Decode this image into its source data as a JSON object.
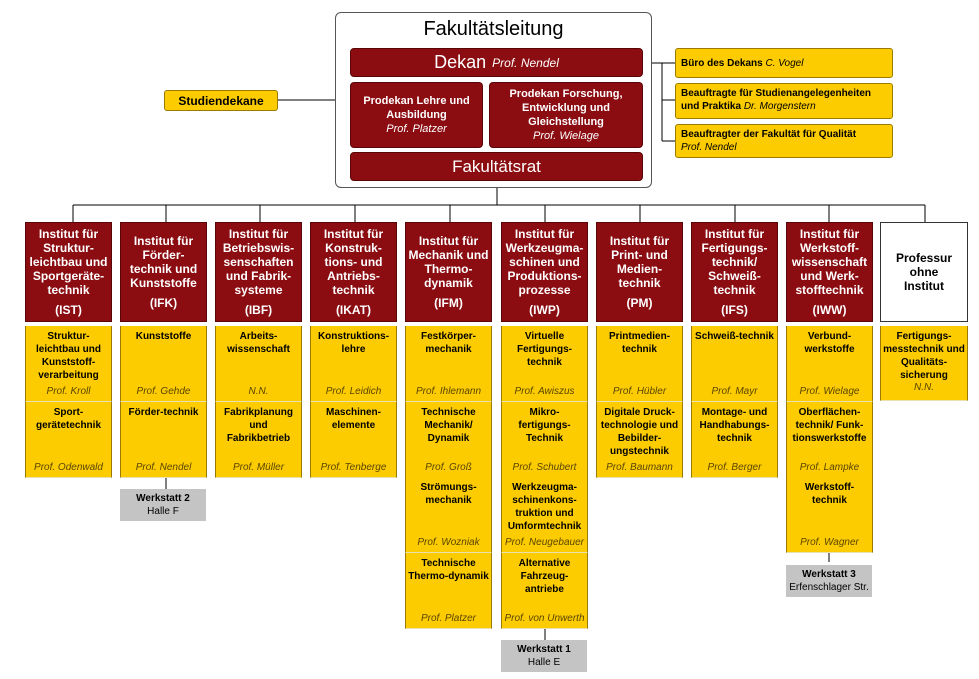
{
  "leitung": {
    "title": "Fakultätsleitung",
    "dekan": {
      "label": "Dekan",
      "name": "Prof. Nendel"
    },
    "prodekan_lehre": {
      "label": "Prodekan Lehre und Ausbildung",
      "name": "Prof. Platzer"
    },
    "prodekan_forschung": {
      "label": "Prodekan Forschung, Entwicklung und Gleichstellung",
      "name": "Prof. Wielage"
    },
    "fakultaetsrat": "Fakultätsrat"
  },
  "studiendekane": "Studiendekane",
  "staff": [
    {
      "label": "Büro des Dekans",
      "name": "C. Vogel"
    },
    {
      "label": "Beauftragte für Studienangelegenheiten und Praktika",
      "name": "Dr. Morgenstern"
    },
    {
      "label": "Beauftragter der Fakultät für Qualität",
      "name": "Prof. Nendel"
    }
  ],
  "institutes": [
    {
      "name": "Institut für Struktur-leichtbau und Sportgeräte-technik",
      "abbr": "(IST)",
      "subs": [
        {
          "label": "Struktur-leichtbau und Kunststoff-verarbeitung",
          "person": "Prof. Kroll"
        },
        {
          "label": "Sport-gerätetechnik",
          "person": "Prof. Odenwald"
        }
      ]
    },
    {
      "name": "Institut für Förder-technik und Kunststoffe",
      "abbr": "(IFK)",
      "subs": [
        {
          "label": "Kunststoffe",
          "person": "Prof. Gehde"
        },
        {
          "label": "Förder-technik",
          "person": "Prof. Nendel"
        }
      ],
      "werkstatt": {
        "title": "Werkstatt 2",
        "place": "Halle F"
      }
    },
    {
      "name": "Institut für Betriebswis-senschaften und Fabrik-systeme",
      "abbr": "(IBF)",
      "subs": [
        {
          "label": "Arbeits-wissenschaft",
          "person": "N.N."
        },
        {
          "label": "Fabrikplanung und Fabrikbetrieb",
          "person": "Prof. Müller"
        }
      ]
    },
    {
      "name": "Institut für Konstruk-tions- und Antriebs-technik",
      "abbr": "(IKAT)",
      "subs": [
        {
          "label": "Konstruktions-lehre",
          "person": "Prof. Leidich"
        },
        {
          "label": "Maschinen-elemente",
          "person": "Prof. Tenberge"
        }
      ]
    },
    {
      "name": "Institut für Mechanik und Thermo-dynamik",
      "abbr": "(IFM)",
      "subs": [
        {
          "label": "Festkörper-mechanik",
          "person": "Prof. Ihlemann"
        },
        {
          "label": "Technische Mechanik/ Dynamik",
          "person": "Prof. Groß"
        },
        {
          "label": "Strömungs-mechanik",
          "person": "Prof. Wozniak"
        },
        {
          "label": "Technische Thermo-dynamik",
          "person": "Prof. Platzer"
        }
      ]
    },
    {
      "name": "Institut für Werkzeugma-schinen und Produktions-prozesse",
      "abbr": "(IWP)",
      "subs": [
        {
          "label": "Virtuelle Fertigungs-technik",
          "person": "Prof. Awiszus"
        },
        {
          "label": "Mikro-fertigungs-Technik",
          "person": "Prof. Schubert"
        },
        {
          "label": "Werkzeugma-schinenkons-truktion und Umformtechnik",
          "person": "Prof. Neugebauer"
        },
        {
          "label": "Alternative Fahrzeug-antriebe",
          "person": "Prof. von Unwerth"
        }
      ],
      "werkstatt": {
        "title": "Werkstatt 1",
        "place": "Halle E"
      }
    },
    {
      "name": "Institut für Print- und Medien-technik",
      "abbr": "(PM)",
      "subs": [
        {
          "label": "Printmedien-technik",
          "person": "Prof. Hübler"
        },
        {
          "label": "Digitale Druck-technologie und Bebilder-ungstechnik",
          "person": "Prof. Baumann"
        }
      ]
    },
    {
      "name": "Institut für Fertigungs-technik/ Schweiß-technik",
      "abbr": "(IFS)",
      "subs": [
        {
          "label": "Schweiß-technik",
          "person": "Prof. Mayr"
        },
        {
          "label": "Montage- und Handhabungs-technik",
          "person": "Prof. Berger"
        }
      ]
    },
    {
      "name": "Institut für Werkstoff-wissenschaft und Werk-stofftechnik",
      "abbr": "(IWW)",
      "subs": [
        {
          "label": "Verbund-werkstoffe",
          "person": "Prof. Wielage"
        },
        {
          "label": "Oberflächen-technik/ Funk-tionswerkstoffe",
          "person": "Prof. Lampke"
        },
        {
          "label": "Werkstoff-technik",
          "person": "Prof. Wagner"
        }
      ],
      "werkstatt": {
        "title": "Werkstatt 3",
        "place": "Erfenschlager Str."
      }
    }
  ],
  "professur": {
    "name": "Professur ohne Institut",
    "sub": {
      "label": "Fertigungs-messtechnik und Qualitäts-sicherung",
      "person": "N.N."
    }
  }
}
